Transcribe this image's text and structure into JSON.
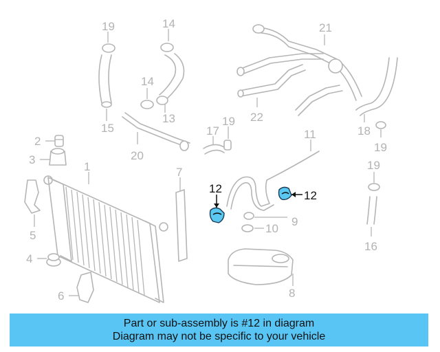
{
  "callouts": {
    "c1": "1",
    "c2": "2",
    "c3": "3",
    "c4": "4",
    "c5": "5",
    "c6": "6",
    "c7": "7",
    "c8": "8",
    "c9": "9",
    "c10": "10",
    "c11": "11",
    "c12a": "12",
    "c12b": "12",
    "c13": "13",
    "c14a": "14",
    "c14b": "14",
    "c15": "15",
    "c16": "16",
    "c17": "17",
    "c18": "18",
    "c19a": "19",
    "c19b": "19",
    "c19c": "19",
    "c19d": "19",
    "c20": "20",
    "c21": "21",
    "c22": "22"
  },
  "highlight": {
    "part_number": "12",
    "color": "#5bc8f2"
  },
  "banner": {
    "line1": "Part or sub-assembly is #12 in diagram",
    "line2": "Diagram may not be specific to your vehicle",
    "background": "#59c5f5"
  }
}
